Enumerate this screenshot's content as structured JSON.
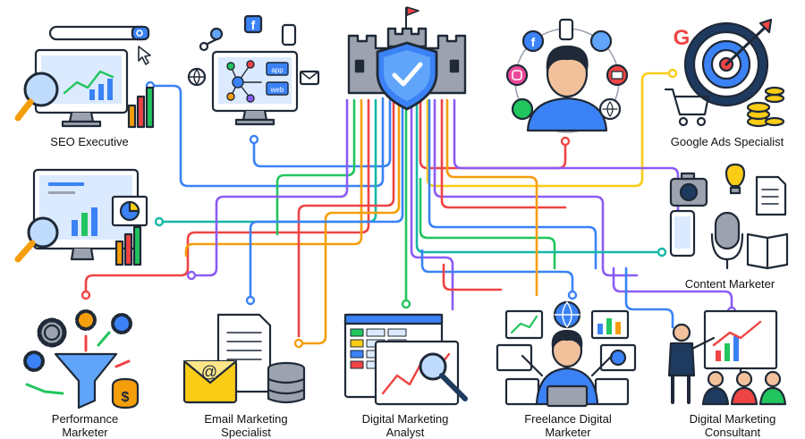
{
  "colors": {
    "outline": "#1f2937",
    "blue": "#3b82f6",
    "navy": "#1e3a5f",
    "lightblue": "#bfdbfe",
    "orange": "#f59e0b",
    "red": "#ef4444",
    "green": "#22c55e",
    "teal": "#14b8a6",
    "purple": "#8b5cf6",
    "yellow": "#facc15",
    "gray": "#9ca3af",
    "castle": "#9ca3af",
    "skin": "#f2c19b"
  },
  "center": {
    "icon": "castle-shield-check-icon"
  },
  "roles": [
    {
      "id": "seo",
      "icon": "seo-monitor-magnifier-icon",
      "lines": [
        "SEO Executive"
      ]
    },
    {
      "id": "web",
      "icon": "website-network-monitor-icon",
      "lines": []
    },
    {
      "id": "social",
      "icon": "social-media-person-icon",
      "lines": []
    },
    {
      "id": "ads",
      "icon": "google-ads-target-icon",
      "lines": [
        "Google Ads Specialist"
      ]
    },
    {
      "id": "analytics",
      "icon": "analytics-dashboard-icon",
      "lines": []
    },
    {
      "id": "content",
      "icon": "content-creation-icon",
      "lines": [
        "Content Marketer"
      ]
    },
    {
      "id": "performance",
      "icon": "funnel-gears-money-icon",
      "lines": [
        "Performance",
        "Marketer"
      ]
    },
    {
      "id": "email",
      "icon": "email-envelope-database-icon",
      "lines": [
        "Email Marketing",
        "Specialist"
      ]
    },
    {
      "id": "analyst",
      "icon": "spreadsheet-chart-magnifier-icon",
      "lines": [
        "Digital Marketing",
        "Analyst"
      ]
    },
    {
      "id": "freelance",
      "icon": "freelancer-multitasking-icon",
      "lines": [
        "Freelance Digital",
        "Marketer"
      ]
    },
    {
      "id": "consultant",
      "icon": "consultant-presentation-icon",
      "lines": [
        "Digital Marketing",
        "Consultant"
      ]
    }
  ]
}
